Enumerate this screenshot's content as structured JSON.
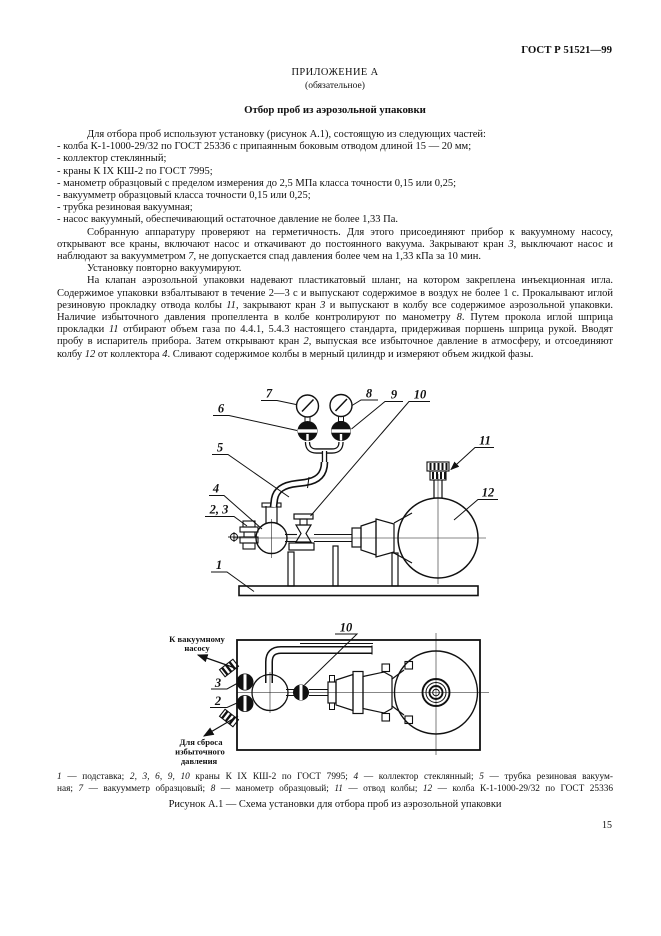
{
  "colors": {
    "ink": "#111111",
    "paper": "#ffffff"
  },
  "header": {
    "standard": "ГОСТ Р 51521—99"
  },
  "appendix": {
    "label": "ПРИЛОЖЕНИЕ А",
    "status": "(обязательное)",
    "title": "Отбор проб из аэрозольной упаковки"
  },
  "body": {
    "intro": "Для отбора проб используют установку (рисунок А.1), состоящую из следующих частей:",
    "list": [
      "- колба К-1-1000-29/32 по ГОСТ 25336 с припаянным боковым отводом длиной 15 — 20 мм;",
      "- коллектор стеклянный;",
      "- краны К IX КШ-2 по ГОСТ 7995;",
      "- манометр образцовый с пределом измерения до 2,5 МПа класса точности 0,15 или 0,25;",
      "- вакуумметр образцовый класса точности 0,15 или 0,25;",
      "- трубка резиновая вакуумная;",
      "- насос вакуумный, обеспечивающий остаточное давление не более 1,33 Па."
    ],
    "para_leak_test": [
      {
        "t": "Собранную аппаратуру проверяют на герметичность. Для этого присоединяют прибор к вакуумному насосу, открывают все краны, включают насос и откачивают до постоянного вакуума. Закрывают кран "
      },
      {
        "t": "3",
        "i": true
      },
      {
        "t": ", выключают насос и наблюдают за вакуумметром "
      },
      {
        "t": "7",
        "i": true
      },
      {
        "t": ", не допускается спад давления более чем на 1,33 кПа за 10 мин."
      }
    ],
    "para_revac": [
      {
        "t": "Установку повторно вакуумируют."
      }
    ],
    "para_sampling": [
      {
        "t": "На клапан аэрозольной упаковки надевают пластикатовый шланг, на котором закреплена инъекционная игла. Содержимое упаковки взбалтывают в течение 2—3 с и выпускают содержимое в воздух не более 1 с. Прокалывают иглой резиновую  прокладку отвода колбы "
      },
      {
        "t": "11",
        "i": true
      },
      {
        "t": ", закрывают кран "
      },
      {
        "t": "3",
        "i": true
      },
      {
        "t": " и выпускают в колбу все содержимое аэрозольной упаковки. Наличие избыточного давления пропеллента в колбе контролируют по манометру "
      },
      {
        "t": "8",
        "i": true
      },
      {
        "t": ". Путем прокола иглой шприца прокладки "
      },
      {
        "t": "11",
        "i": true
      },
      {
        "t": " отбирают объем газа по 4.4.1, 5.4.3 настоящего стандарта, придерживая поршень шприца рукой. Вводят пробу в испаритель прибора. Затем открывают кран "
      },
      {
        "t": "2",
        "i": true
      },
      {
        "t": ", выпуская все избыточное давление в атмосферу, и отсоединяют колбу "
      },
      {
        "t": "12",
        "i": true
      },
      {
        "t": " от коллектора "
      },
      {
        "t": "4",
        "i": true
      },
      {
        "t": ". Сливают содержимое колбы в мерный цилиндр и измеряют объем жидкой фазы."
      }
    ]
  },
  "figure": {
    "top_callouts": {
      "n1": "1",
      "n23": "2, 3",
      "n4": "4",
      "n5": "5",
      "n6": "6",
      "n7": "7",
      "n8": "8",
      "n9": "9",
      "n10": "10",
      "n11": "11",
      "n12": "12"
    },
    "plan_callouts": {
      "n2": "2",
      "n3": "3",
      "n10": "10"
    },
    "plan_labels": {
      "vacuum1": "К вакуумному",
      "vacuum2": "насосу",
      "relief1": "Для сброса",
      "relief2": "избыточного",
      "relief3": "давления"
    },
    "legend_lines": [
      [
        {
          "t": "1",
          "i": true
        },
        {
          "t": " — подставка; "
        },
        {
          "t": "2, 3, 6, 9, 10",
          "i": true
        },
        {
          "t": "  краны К IX КШ-2 по ГОСТ 7995; "
        },
        {
          "t": "4",
          "i": true
        },
        {
          "t": " — коллектор стеклянный; "
        },
        {
          "t": "5",
          "i": true
        },
        {
          "t": " — трубка резиновая вакуум-"
        }
      ],
      [
        {
          "t": "ная; "
        },
        {
          "t": "7",
          "i": true
        },
        {
          "t": " — вакуумметр образцовый; "
        },
        {
          "t": "8",
          "i": true
        },
        {
          "t": " — манометр образцовый; "
        },
        {
          "t": "11",
          "i": true
        },
        {
          "t": " — отвод колбы; "
        },
        {
          "t": "12",
          "i": true
        },
        {
          "t": " — колба К-1-1000-29/32 по ГОСТ 25336"
        }
      ]
    ],
    "caption": "Рисунок А.1 — Схема установки для отбора проб из аэрозольной упаковки"
  },
  "page": {
    "number": "15"
  }
}
